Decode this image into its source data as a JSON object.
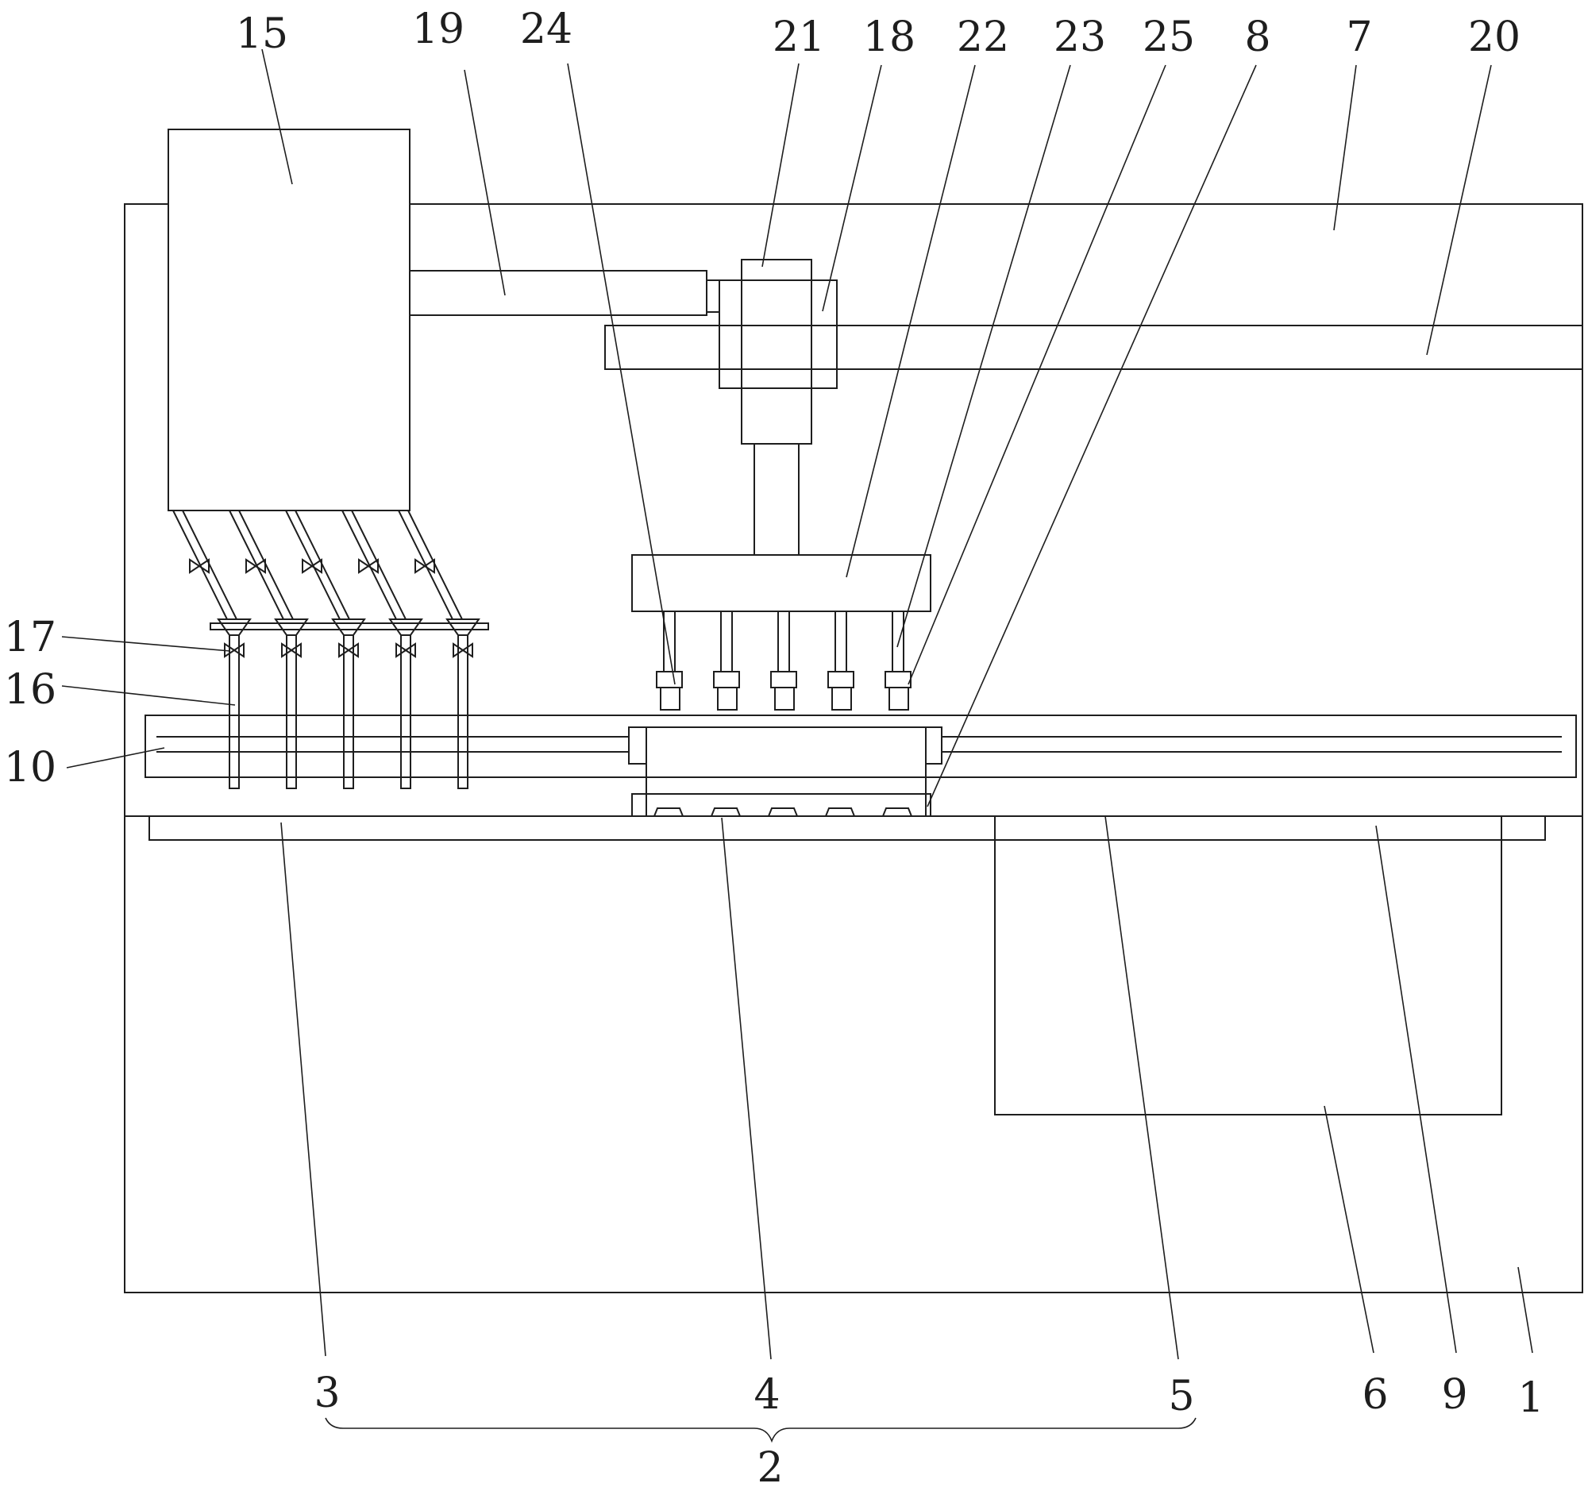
{
  "figure": {
    "line_color": "#1e1e1e",
    "background": "#ffffff",
    "callouts": [
      {
        "id": "1",
        "text": "1"
      },
      {
        "id": "2",
        "text": "2"
      },
      {
        "id": "3",
        "text": "3"
      },
      {
        "id": "4",
        "text": "4"
      },
      {
        "id": "5",
        "text": "5"
      },
      {
        "id": "6",
        "text": "6"
      },
      {
        "id": "7",
        "text": "7"
      },
      {
        "id": "8",
        "text": "8"
      },
      {
        "id": "9",
        "text": "9"
      },
      {
        "id": "10",
        "text": "10"
      },
      {
        "id": "15",
        "text": "15"
      },
      {
        "id": "16",
        "text": "16"
      },
      {
        "id": "17",
        "text": "17"
      },
      {
        "id": "18",
        "text": "18"
      },
      {
        "id": "19",
        "text": "19"
      },
      {
        "id": "20",
        "text": "20"
      },
      {
        "id": "21",
        "text": "21"
      },
      {
        "id": "22",
        "text": "22"
      },
      {
        "id": "23",
        "text": "23"
      },
      {
        "id": "24",
        "text": "24"
      },
      {
        "id": "25",
        "text": "25"
      }
    ]
  }
}
